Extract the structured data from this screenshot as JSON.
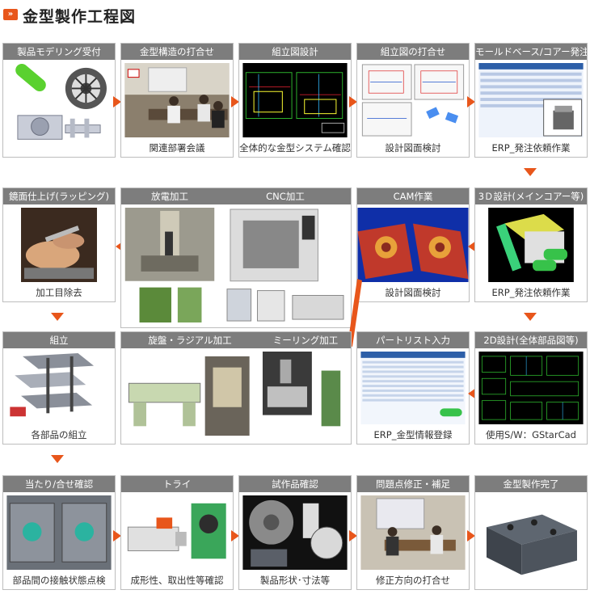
{
  "page": {
    "title": "金型製作工程図",
    "badge": "»"
  },
  "steps": {
    "r1c1": {
      "header": "製品モデリング受付",
      "caption": ""
    },
    "r1c2": {
      "header": "金型構造の打合せ",
      "caption": "関連部署会議"
    },
    "r1c3": {
      "header": "組立図設計",
      "caption": "全体的な金型システム確認"
    },
    "r1c4": {
      "header": "組立図の打合せ",
      "caption": "設計図面検討"
    },
    "r1c5": {
      "header": "モールドベース/コアー発注",
      "caption": "ERP_発注依頼作業"
    },
    "r2c1": {
      "header": "鏡面仕上げ(ラッピング)",
      "caption": "加工目除去"
    },
    "r2c2a": {
      "header": "放電加工"
    },
    "r2c2b": {
      "header": "CNC加工"
    },
    "r2c4": {
      "header": "CAM作業",
      "caption": "設計図面検討"
    },
    "r2c5": {
      "header": "3Ｄ設計(メインコアー等)",
      "caption": "ERP_発注依頼作業"
    },
    "r3c1": {
      "header": "組立",
      "caption": "各部品の組立"
    },
    "r3c2a": {
      "header": "旋盤・ラジアル加工"
    },
    "r3c2b": {
      "header": "ミーリング加工"
    },
    "r3c4": {
      "header": "パートリスト入力",
      "caption": "ERP_金型情報登録"
    },
    "r3c5": {
      "header": "2D設計(全体部品図等)",
      "caption": "使用S/W：GStarCad"
    },
    "r4c1": {
      "header": "当たり/合せ確認",
      "caption": "部品間の接触状態点検"
    },
    "r4c2": {
      "header": "トライ",
      "caption": "成形性、取出性等確認"
    },
    "r4c3": {
      "header": "試作品確認",
      "caption": "製品形状･寸法等"
    },
    "r4c4": {
      "header": "問題点修正・補足",
      "caption": "修正方向の打合せ"
    },
    "r4c5": {
      "header": "金型製作完了",
      "caption": ""
    }
  },
  "colors": {
    "accent": "#e8561b",
    "header": "#7d7d7d"
  }
}
